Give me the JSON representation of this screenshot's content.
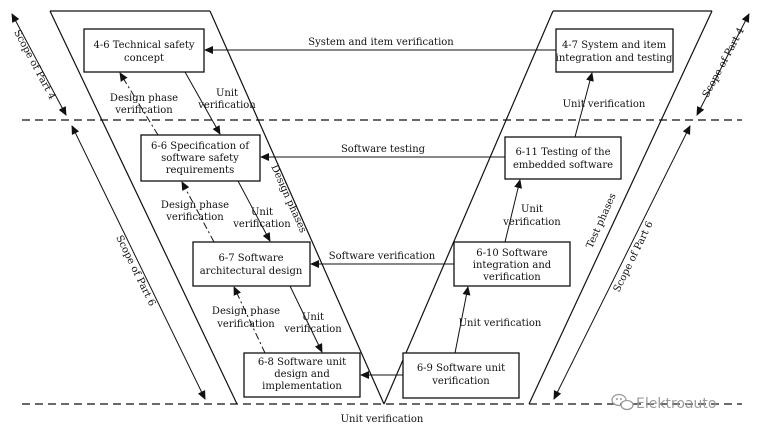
{
  "boxes": {
    "b46": [
      "4-6 Technical safety",
      "concept"
    ],
    "b66": [
      "6-6 Specification of",
      "software safety",
      "requirements"
    ],
    "b67": [
      "6-7 Software",
      "architectural design"
    ],
    "b68": [
      "6-8 Software unit",
      "design and",
      "implementation"
    ],
    "b47": [
      "4-7 System and item",
      "integration and testing"
    ],
    "b611": [
      "6-11 Testing of the",
      "embedded software"
    ],
    "b610": [
      "6-10 Software",
      "integration and",
      "verification"
    ],
    "b69": [
      "6-9 Software unit",
      "verification"
    ]
  },
  "labels": {
    "system_item_verification": "System and item verification",
    "software_testing": "Software testing",
    "software_verification": "Software verification",
    "unit_verification_bottom": "Unit verification",
    "unit_verification_r1": "Unit verification",
    "unit_verification_r2": [
      "Unit",
      "verification"
    ],
    "unit_verification_r3": "Unit verification",
    "unit_verification_l1": [
      "Unit",
      "verification"
    ],
    "unit_verification_l2": [
      "Unit",
      "verification"
    ],
    "unit_verification_l3": [
      "Unit",
      "verification"
    ],
    "design_phase_1": [
      "Design phase",
      "verification"
    ],
    "design_phase_2": [
      "Design phase",
      "verification"
    ],
    "design_phase_3": [
      "Design phase",
      "verification"
    ],
    "design_phases": "Design phases",
    "test_phases": "Test phases",
    "scope_part4_left": "Scope of Part 4",
    "scope_part6_left": "Scope of Part 6",
    "scope_part4_right": "Scope of Part 4",
    "scope_part6_right": "Scope of Part 6"
  },
  "watermark": "Elektroauto",
  "watermark_icon": "wechat-logo-icon"
}
